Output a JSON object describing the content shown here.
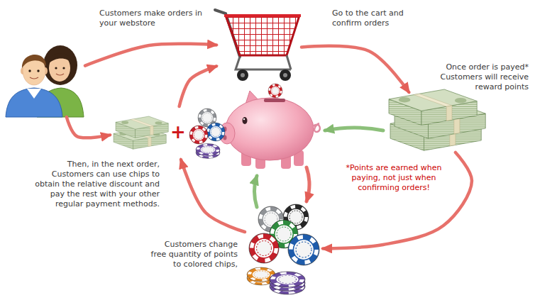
{
  "diagram": {
    "nodes": [
      {
        "text": [
          "Customers make orders in your webstore"
        ]
      },
      {
        "text": [
          "Go to the cart and confirm orders"
        ]
      },
      {
        "text": [
          "Once order is payed* Customers will receive reward points"
        ]
      },
      {
        "text": [
          "Then, in the next order, Customers can use chips to obtain the relative discount and pay the rest with your other regular payment methods."
        ]
      },
      {
        "text": [
          "Customers change free quantity of points to colored chips,"
        ]
      }
    ],
    "edges": [
      {
        "from": 0,
        "to": 1,
        "arrow": "to"
      },
      {
        "from": 1,
        "to": 2,
        "arrow": "to"
      },
      {
        "from": 2,
        "to": 4,
        "arrow": "to"
      },
      {
        "from": 4,
        "to": 3,
        "arrow": "to"
      },
      {
        "from": 3,
        "to": 1,
        "arrow": "to"
      },
      {
        "from": 0,
        "to": 3,
        "arrow": "to"
      }
    ],
    "labels": [
      "*Points are earned when paying, not just when confirming orders!",
      "+"
    ]
  }
}
